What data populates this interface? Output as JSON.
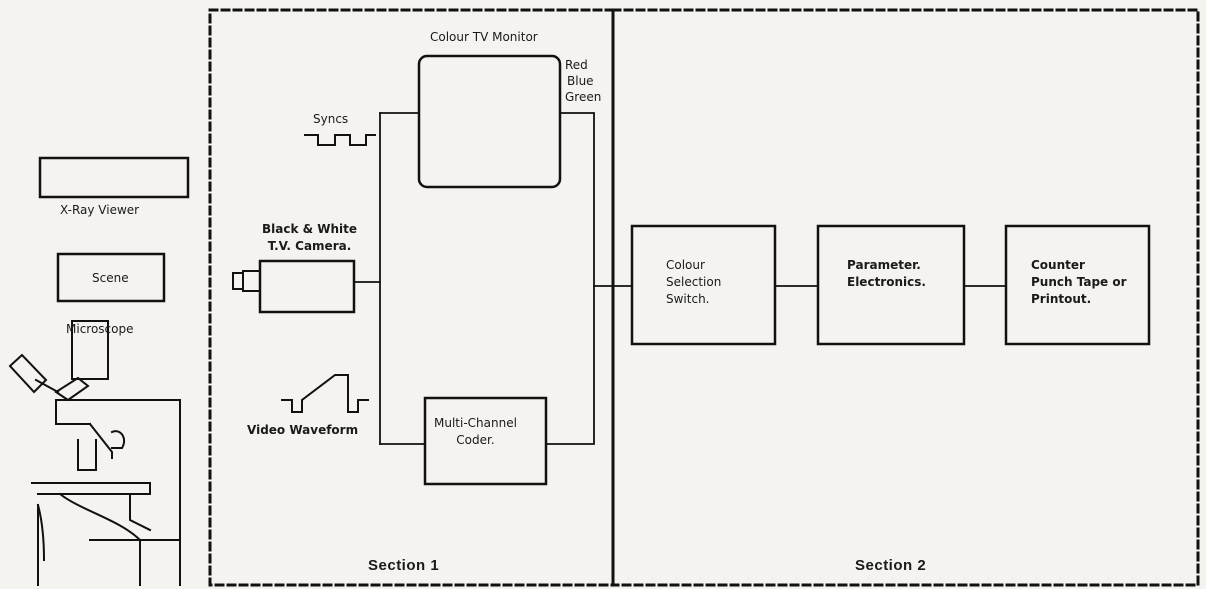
{
  "sections": {
    "section1": "Section 1",
    "section2": "Section 2"
  },
  "left_panel": {
    "xray_viewer": "X-Ray Viewer",
    "scene": "Scene",
    "microscope": "Microscope"
  },
  "section1": {
    "colour_tv_monitor": "Colour TV Monitor",
    "rgb": [
      "Red",
      "Blue",
      "Green"
    ],
    "syncs": "Syncs",
    "camera": [
      "Black & White",
      "T.V. Camera."
    ],
    "video_waveform": "Video Waveform",
    "coder": [
      "Multi-Channel",
      "Coder."
    ]
  },
  "section2": {
    "colour_switch": [
      "Colour",
      "Selection",
      "Switch."
    ],
    "parameter": [
      "Parameter.",
      "Electronics."
    ],
    "counter": [
      "Counter",
      "Punch Tape or",
      "Printout."
    ]
  }
}
